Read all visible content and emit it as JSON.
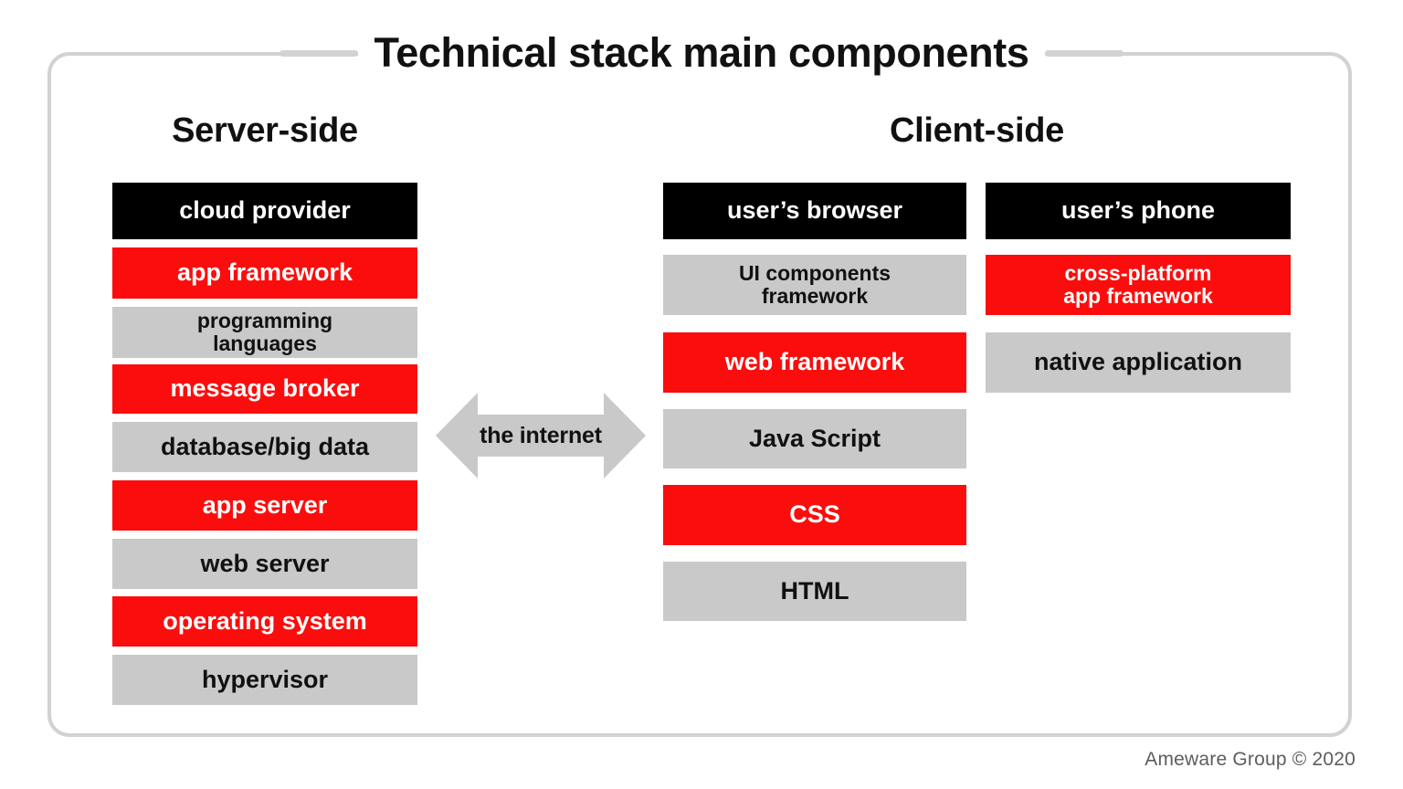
{
  "diagram": {
    "title": "Technical stack main components",
    "footer": "Ameware Group © 2020",
    "colors": {
      "red": "#fc0d0d",
      "black": "#000000",
      "gray": "#c9c9c9",
      "frame_border": "#d2d2d2",
      "footer_text": "#5d5d5d",
      "background": "#ffffff"
    },
    "connector": {
      "label": "the internet",
      "style": "double-headed-horizontal-arrow",
      "fill": "#c9c9c9"
    },
    "columns": [
      {
        "id": "server-side",
        "heading": "Server-side",
        "stacks": [
          {
            "id": "server-stack",
            "header": null,
            "items": [
              {
                "label": "cloud provider",
                "color": "black",
                "lines": 1
              },
              {
                "label": "app framework",
                "color": "red",
                "lines": 1
              },
              {
                "label": "programming\nlanguages",
                "color": "gray",
                "lines": 2
              },
              {
                "label": "message broker",
                "color": "red",
                "lines": 1
              },
              {
                "label": "database/big data",
                "color": "gray",
                "lines": 1
              },
              {
                "label": "app server",
                "color": "red",
                "lines": 1
              },
              {
                "label": "web server",
                "color": "gray",
                "lines": 1
              },
              {
                "label": "operating system",
                "color": "red",
                "lines": 1
              },
              {
                "label": "hypervisor",
                "color": "gray",
                "lines": 1
              }
            ]
          }
        ]
      },
      {
        "id": "client-side",
        "heading": "Client-side",
        "stacks": [
          {
            "id": "browser-stack",
            "header": {
              "label": "user’s browser",
              "color": "black"
            },
            "items": [
              {
                "label": "UI components\nframework",
                "color": "gray",
                "lines": 2
              },
              {
                "label": "web framework",
                "color": "red",
                "lines": 1
              },
              {
                "label": "Java Script",
                "color": "gray",
                "lines": 1
              },
              {
                "label": "CSS",
                "color": "red",
                "lines": 1
              },
              {
                "label": "HTML",
                "color": "gray",
                "lines": 1
              }
            ]
          },
          {
            "id": "phone-stack",
            "header": {
              "label": "user’s phone",
              "color": "black"
            },
            "items": [
              {
                "label": "cross-platform\napp framework",
                "color": "red",
                "lines": 2
              },
              {
                "label": "native application",
                "color": "gray",
                "lines": 1
              }
            ]
          }
        ]
      }
    ]
  }
}
